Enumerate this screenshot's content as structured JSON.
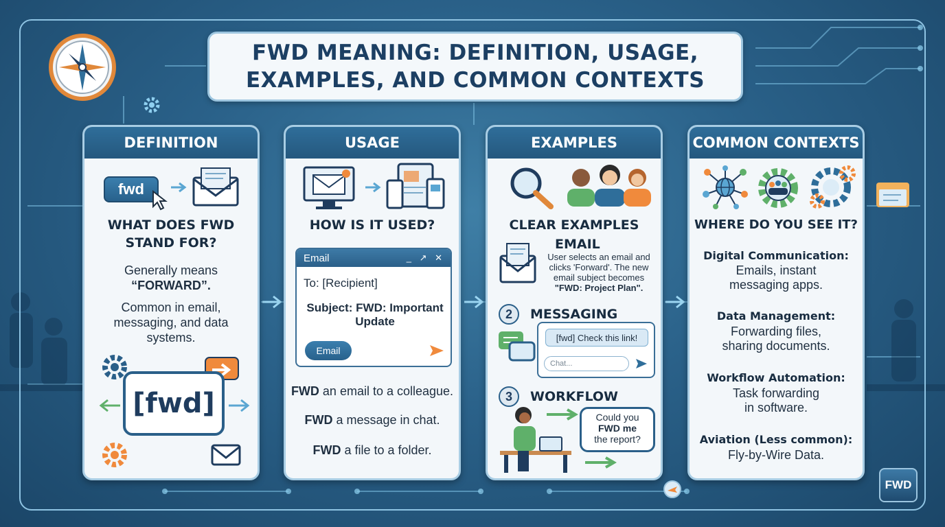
{
  "title": {
    "line1": "FWD MEANING: DEFINITION, USAGE,",
    "line2": "EXAMPLES, AND COMMON CONTEXTS"
  },
  "definition": {
    "header": "DEFINITION",
    "fwd_button": "fwd",
    "question_line1": "WHAT DOES FWD",
    "question_line2": "STAND FOR?",
    "means_line1": "Generally means",
    "means_line2": "“FORWARD”.",
    "common_line1": "Common in email,",
    "common_line2": "messaging, and data",
    "common_line3": "systems.",
    "bubble_text": "[fwd]"
  },
  "usage": {
    "header": "USAGE",
    "question": "HOW IS IT USED?",
    "email_title": "Email",
    "email_controls": "_ ↗ ✕",
    "to_line": "To: [Recipient]",
    "subject_line1": "Subject: FWD: Important",
    "subject_line2": "Update",
    "email_button": "Email",
    "examples": [
      {
        "bold": "FWD",
        "rest": " an email to a colleague."
      },
      {
        "bold": "FWD",
        "rest": " a message in chat."
      },
      {
        "bold": "FWD",
        "rest": " a file to a folder."
      }
    ]
  },
  "examples": {
    "header": "EXAMPLES",
    "heading": "CLEAR EXAMPLES",
    "email_label": "EMAIL",
    "email_desc_line1": "User selects an email and",
    "email_desc_line2": "clicks 'Forward'. The new",
    "email_desc_line3": "email subject becomes",
    "email_desc_line4": "\"FWD: Project Plan\".",
    "messaging_num": "2",
    "messaging_label": "MESSAGING",
    "chat_message": "[fwd] Check this link!",
    "chat_placeholder": "Chat...",
    "workflow_num": "3",
    "workflow_label": "WORKFLOW",
    "speech_line1": "Could you",
    "speech_line2": "FWD me",
    "speech_line3": "the report?"
  },
  "contexts": {
    "header": "COMMON CONTEXTS",
    "question": "WHERE DO YOU SEE IT?",
    "items": [
      {
        "title": "Digital Communication:",
        "desc_line1": "Emails, instant",
        "desc_line2": "messaging apps."
      },
      {
        "title": "Data Management:",
        "desc_line1": "Forwarding files,",
        "desc_line2": "sharing documents."
      },
      {
        "title": "Workflow Automation:",
        "desc_line1": "Task forwarding",
        "desc_line2": "in software."
      },
      {
        "title": "Aviation (Less common):",
        "desc_line1": "Fly-by-Wire Data.",
        "desc_line2": ""
      }
    ]
  },
  "logo_text": "FWD",
  "colors": {
    "navy": "#1f3c5e",
    "accent_blue": "#2f6e9a",
    "orange": "#f08a3c",
    "green": "#5fb06a"
  }
}
